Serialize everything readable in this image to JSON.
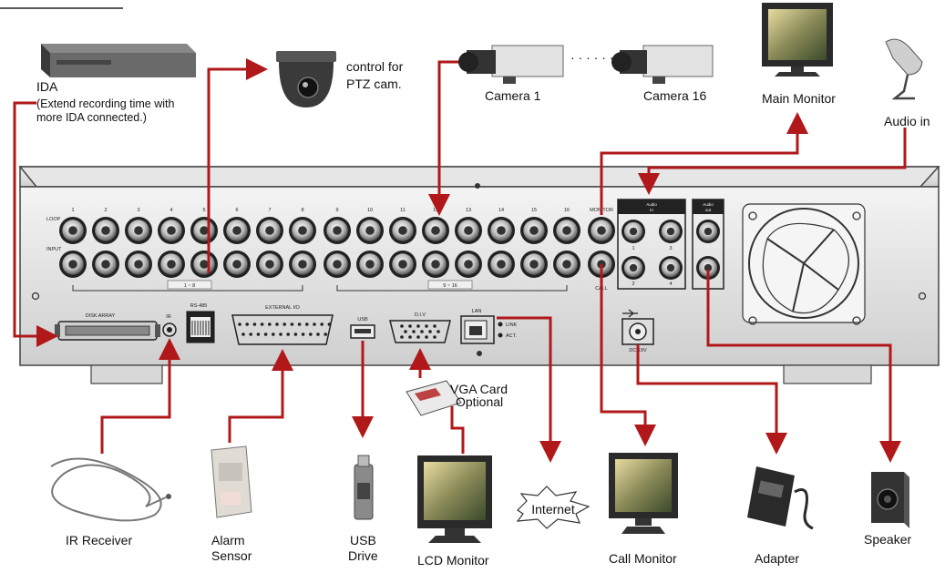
{
  "devices": {
    "ida": {
      "title": "IDA",
      "desc_line1": "(Extend recording time with",
      "desc_line2": "more IDA connected.)"
    },
    "ptz": {
      "line1": "control for",
      "line2": "PTZ cam."
    },
    "camera1": "Camera 1",
    "camera16": "Camera 16",
    "camera_dots": "· · · · · ·",
    "main_monitor": "Main Monitor",
    "audio_in_mic": "Audio in",
    "vga_card": {
      "line1": "VGA Card",
      "line2": "Optional"
    },
    "ir_receiver": "IR Receiver",
    "alarm_sensor": {
      "line1": "Alarm",
      "line2": "Sensor"
    },
    "usb_drive": {
      "line1": "USB",
      "line2": "Drive"
    },
    "lcd_monitor": "LCD Monitor",
    "internet": "Internet",
    "call_monitor": "Call Monitor",
    "adapter": "Adapter",
    "speaker": "Speaker"
  },
  "panel": {
    "row_loop": "LOOP",
    "row_input": "INPUT",
    "channels": [
      "1",
      "2",
      "3",
      "4",
      "5",
      "6",
      "7",
      "8",
      "9",
      "10",
      "11",
      "12",
      "13",
      "14",
      "15",
      "16"
    ],
    "monitor": "MONITOR",
    "call": "CALL",
    "audio_in_box": {
      "line1": "Audio",
      "line2": "In"
    },
    "audio_in_ports": [
      "1",
      "3",
      "2",
      "4"
    ],
    "audio_out_box": {
      "line1": "Audio",
      "line2": "out"
    },
    "disk_array": "DISK ARRAY",
    "ir": "IR",
    "rs485": "RS-485",
    "external_io": "EXTERNAL I/O",
    "usb": "USB",
    "dsub": "D.I.V",
    "lan": "LAN",
    "link": "LINK",
    "act": "ACT.",
    "dc": "DC 19V",
    "bank_left": "1 ~ 8",
    "bank_right": "9 ~ 16"
  }
}
